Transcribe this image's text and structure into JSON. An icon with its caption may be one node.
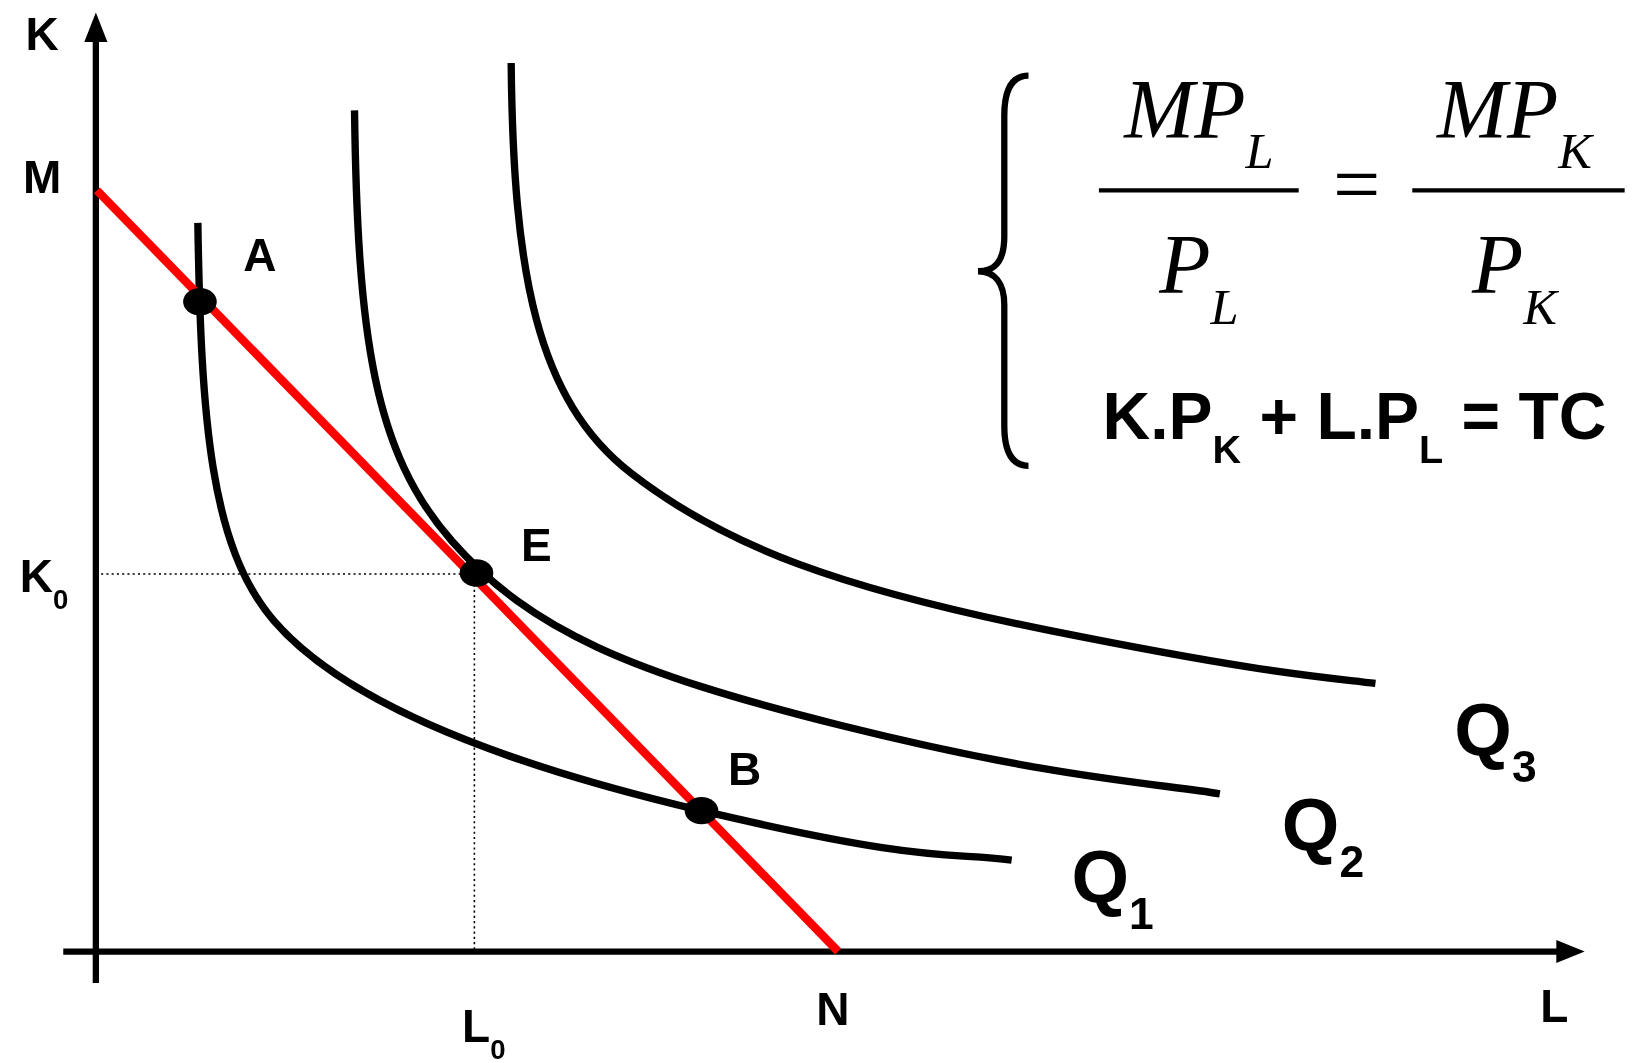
{
  "diagram": {
    "nodes": [
      {
        "text": [],
        "shape": "circle",
        "beside": [
          "A"
        ]
      },
      {
        "text": [],
        "shape": "circle",
        "beside": [
          "E"
        ]
      },
      {
        "text": [],
        "shape": "circle",
        "beside": [
          "B"
        ]
      }
    ],
    "labels": [
      "K",
      "M",
      "K$_{0}$",
      "L$_{0}$",
      "N",
      "L",
      "Q$_{1}$",
      "Q$_{2}$",
      "Q$_{3}$",
      "MP$_{L}$",
      "P$_{L}$",
      "=",
      "MP$_{K}$",
      "P$_{K}$",
      "K.P$_{K}$ + L.P$_{L}$ = TC"
    ]
  }
}
